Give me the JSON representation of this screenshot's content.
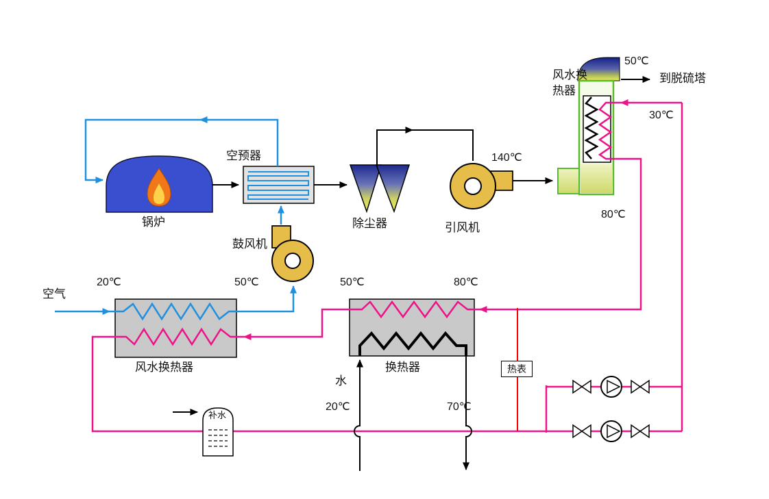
{
  "labels": {
    "air": "空气",
    "boiler": "锅炉",
    "preheater": "空预器",
    "blower": "鼓风机",
    "dust_collector": "除尘器",
    "id_fan": "引风机",
    "hx_air_water_left": "风水换热器",
    "hx_center": "换热器",
    "hx_air_water_right": "风水换热器",
    "heat_meter": "热表",
    "makeup_water": "补水",
    "water": "水",
    "to_tower": "到脱硫塔"
  },
  "temps": {
    "air_in": "20℃",
    "air_out": "50℃",
    "hx_cold": "50℃",
    "hx_hot": "80℃",
    "flue_after_fan": "140℃",
    "stack_out": "50℃",
    "return_water": "30℃",
    "supply_water": "80℃",
    "water_in": "20℃",
    "water_out": "70℃"
  },
  "colors": {
    "air_line": "#1f8fdf",
    "hot_water_line": "#ee1289",
    "flue_gas_line": "#000000",
    "heat_meter_line": "#ff0000",
    "fan_body": "#e7bd4a",
    "boiler_body": "#3a4fd0",
    "exchanger_box": "#c9c9c9",
    "unit_border": "#5bb92c"
  }
}
